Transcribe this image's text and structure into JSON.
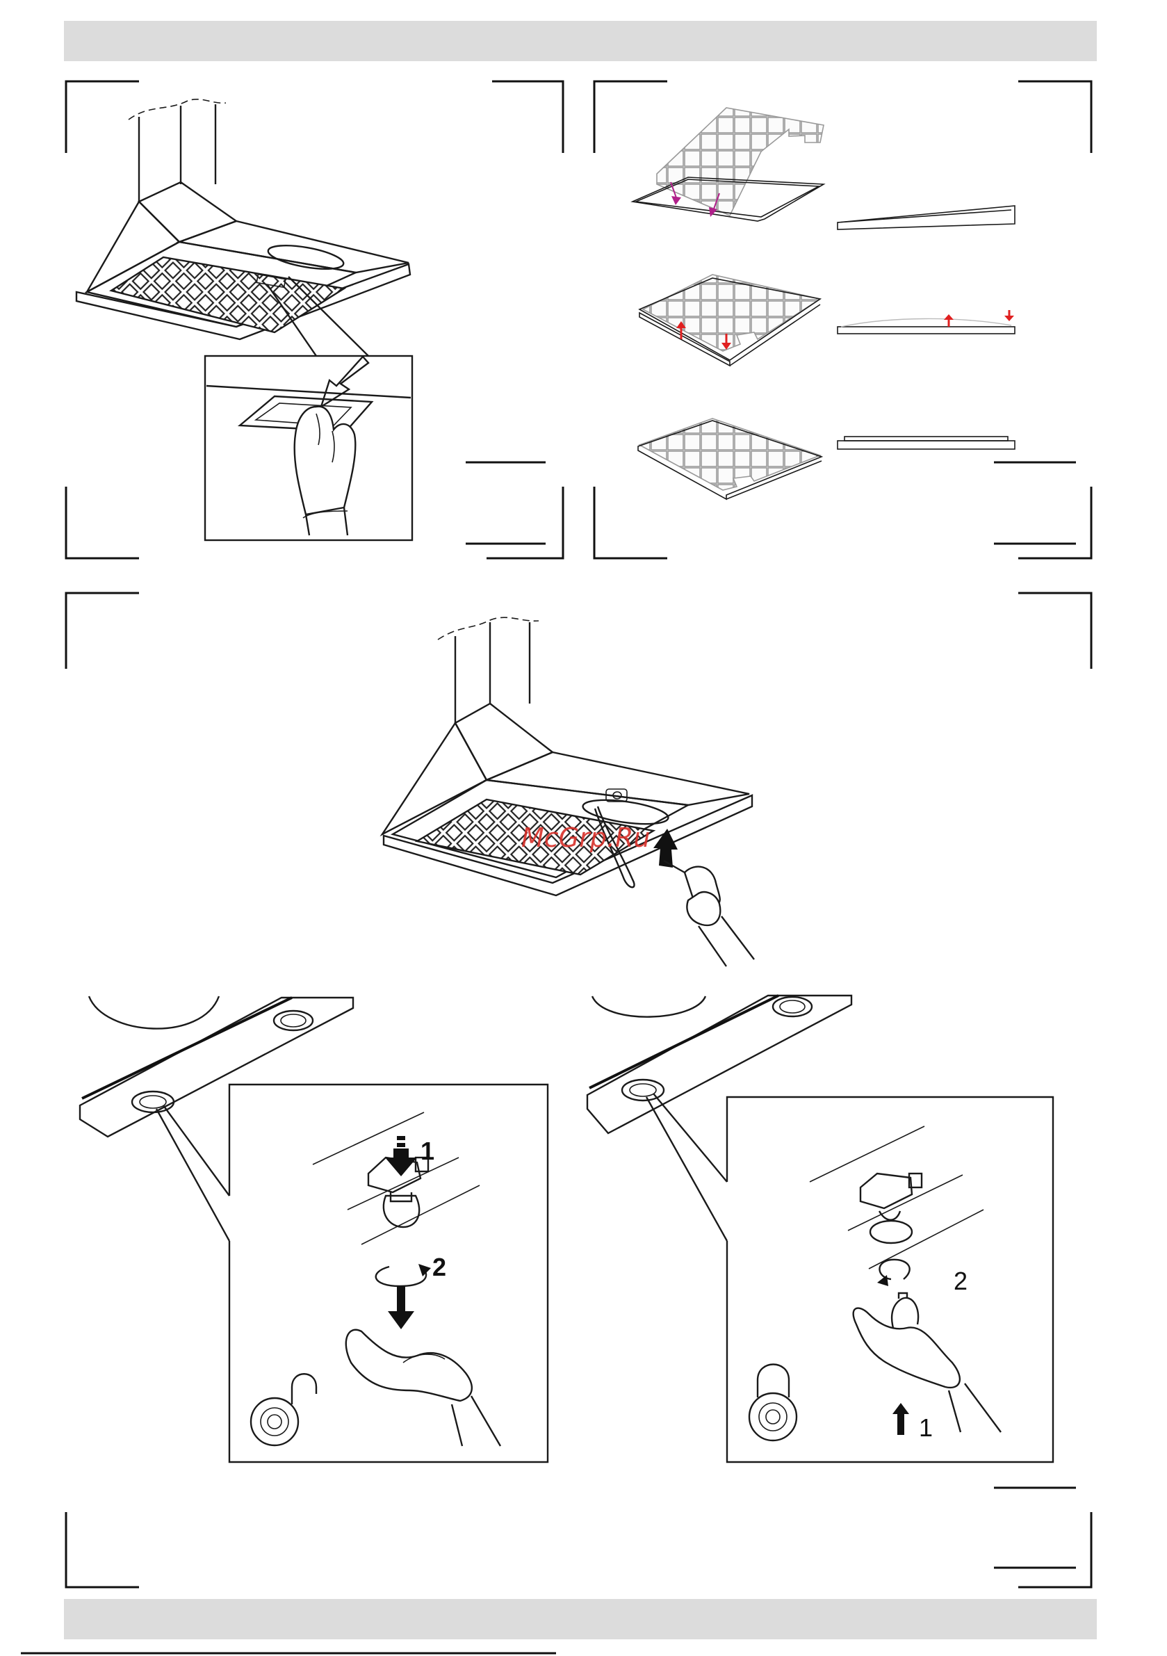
{
  "watermark": "McGrp.Ru",
  "steps": {
    "step_1_bold": "1",
    "step_2_bold": "2",
    "step_2": "2",
    "step_1": "1"
  },
  "colors": {
    "band": "#dcdcdc",
    "line": "#1a1a1a",
    "arrow_red": "#e02020",
    "arrow_magenta": "#b0208a"
  }
}
